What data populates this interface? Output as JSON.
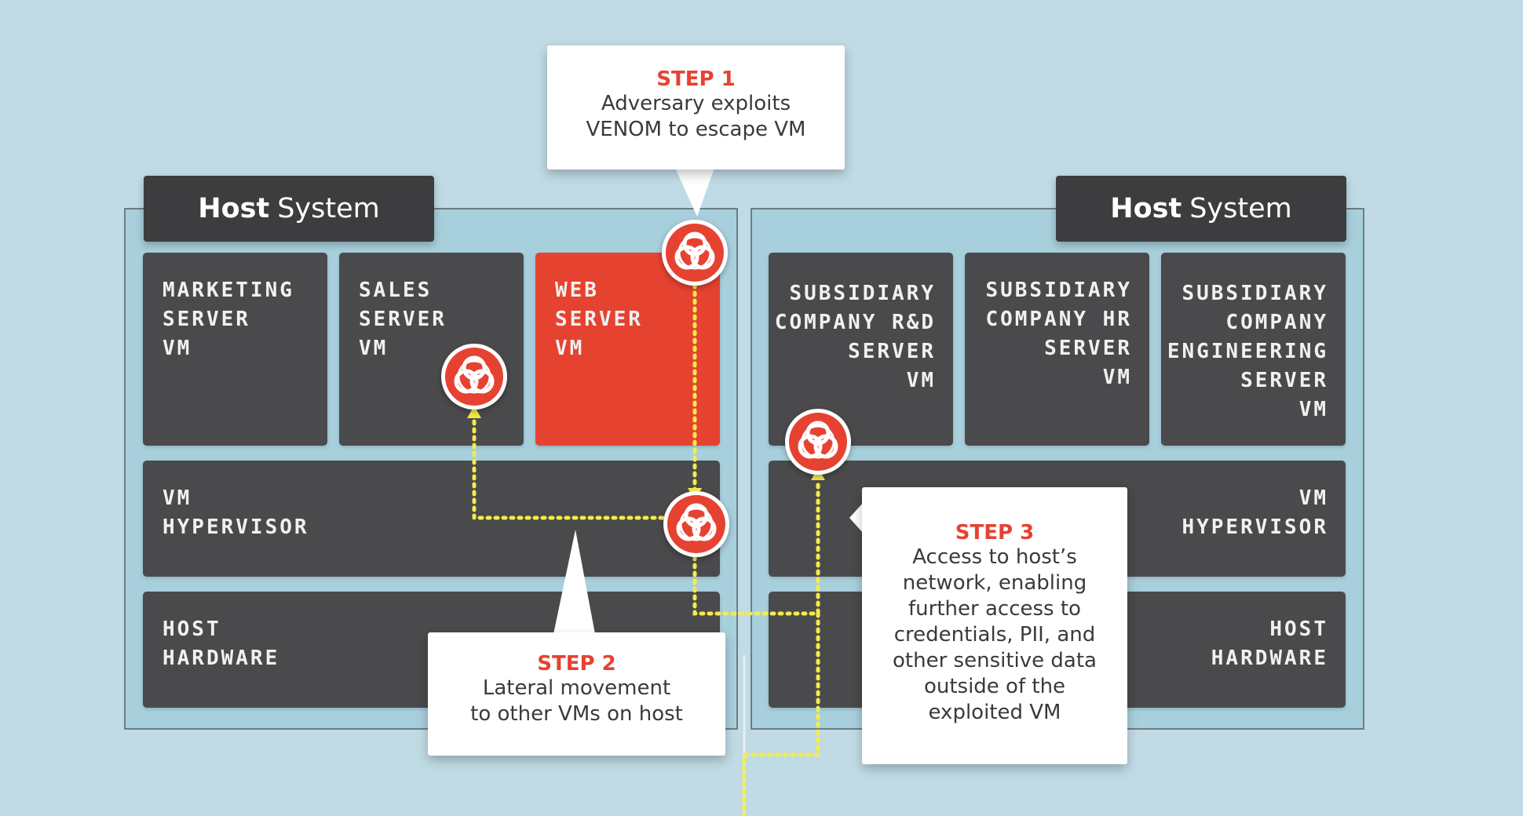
{
  "colors": {
    "background": "#c0dbe5",
    "box": "#4a4a4c",
    "highlight": "#e64230",
    "path": "#f3ec4a",
    "tab": "#3d3d3f"
  },
  "left_host": {
    "title_bold": "Host",
    "title_light": "System",
    "vms": [
      {
        "label": "MARKETING\nSERVER\nVM"
      },
      {
        "label": "SALES\nSERVER\nVM"
      },
      {
        "label": "WEB\nSERVER\nVM"
      }
    ],
    "hypervisor": "VM\nHYPERVISOR",
    "hardware": "HOST\nHARDWARE"
  },
  "right_host": {
    "title_bold": "Host",
    "title_light": "System",
    "vms": [
      {
        "label": "SUBSIDIARY\nCOMPANY R&D\nSERVER\nVM"
      },
      {
        "label": "SUBSIDIARY\nCOMPANY HR\nSERVER\nVM"
      },
      {
        "label": "SUBSIDIARY\nCOMPANY\nENGINEERING\nSERVER\nVM"
      }
    ],
    "hypervisor": "VM\nHYPERVISOR",
    "hardware": "HOST\nHARDWARE"
  },
  "steps": [
    {
      "title": "STEP 1",
      "text": "Adversary exploits\nVENOM to escape VM"
    },
    {
      "title": "STEP 2",
      "text": "Lateral movement\nto other VMs on host"
    },
    {
      "title": "STEP 3",
      "text": "Access to host’s\nnetwork, enabling\nfurther access to\ncredentials, PII, and\nother sensitive data\noutside of the\nexploited VM"
    }
  ],
  "icons": {
    "threat": "biohazard-icon"
  }
}
